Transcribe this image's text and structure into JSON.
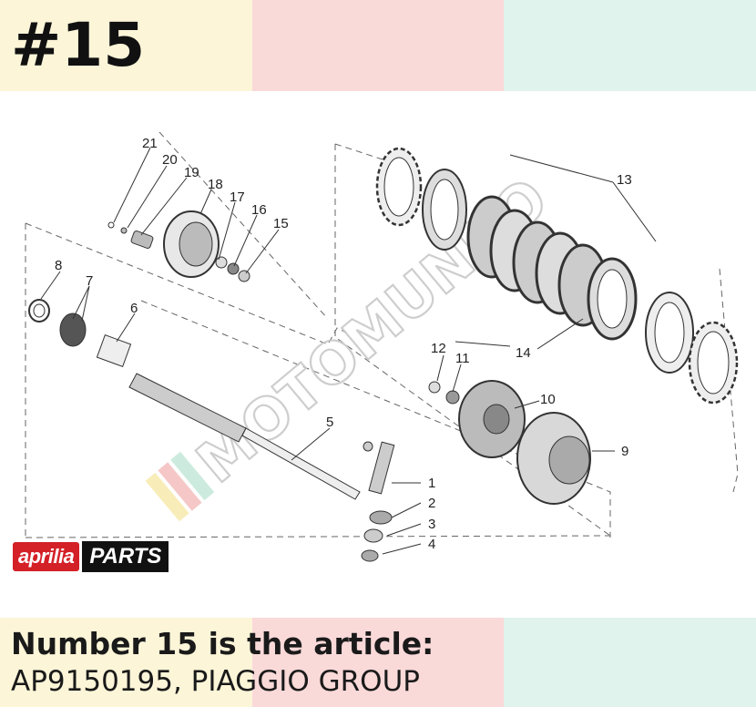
{
  "header": {
    "title": "#15"
  },
  "diagram": {
    "part_labels": [
      "1",
      "2",
      "3",
      "4",
      "5",
      "6",
      "7",
      "8",
      "9",
      "10",
      "11",
      "12",
      "13",
      "14",
      "15",
      "16",
      "17",
      "18",
      "19",
      "20",
      "21"
    ],
    "watermark": "MOTOMUNDO",
    "brand": {
      "name": "aprilia",
      "tag": "PARTS"
    }
  },
  "caption": {
    "line1": "Number 15 is the article:",
    "line2": "AP9150195, PIAGGIO GROUP"
  },
  "colors": {
    "band_yellow": "#fcf5d8",
    "band_pink": "#fad9d9",
    "band_green": "#e0f3ec",
    "brand_red": "#d42027"
  }
}
